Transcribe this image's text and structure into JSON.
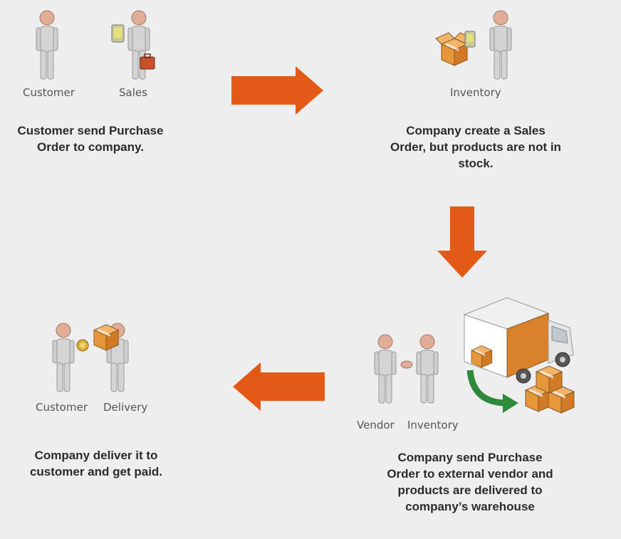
{
  "steps": [
    {
      "roles": [
        "Customer",
        "Sales"
      ],
      "description": "Customer send Purchase Order to company."
    },
    {
      "roles": [
        "Inventory"
      ],
      "description": "Company create a Sales Order, but products are not in stock."
    },
    {
      "roles": [
        "Vendor",
        "Inventory"
      ],
      "description": "Company send Purchase Order to external vendor and products are delivered to company’s warehouse"
    },
    {
      "roles": [
        "Customer",
        "Delivery"
      ],
      "description": "Company deliver it to customer and get paid."
    }
  ],
  "colors": {
    "arrow": "#e35a17",
    "person": "#c8c8c8",
    "head": "#e0a890",
    "box": "#e8963a",
    "truck_cargo": "#d9822b",
    "curved_arrow": "#2f8a3c"
  },
  "icons": [
    "person-icon",
    "briefcase-icon",
    "box-icon",
    "truck-icon",
    "handshake-icon",
    "coin-icon",
    "right-arrow-icon",
    "down-arrow-icon",
    "left-arrow-icon",
    "curved-arrow-icon"
  ]
}
